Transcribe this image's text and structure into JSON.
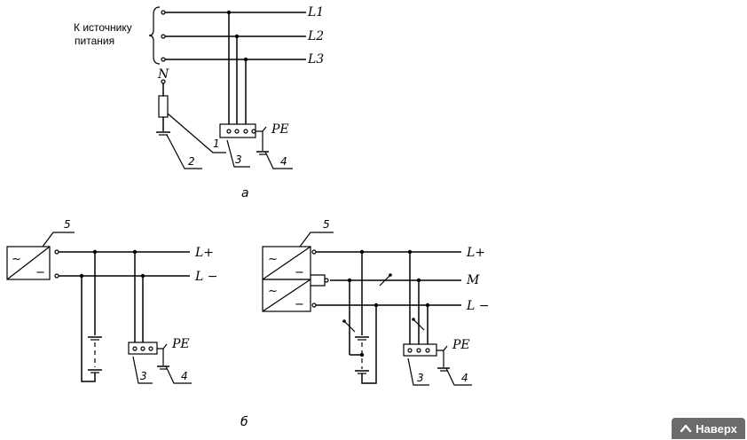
{
  "diagram_a": {
    "source_label_line1": "К источнику",
    "source_label_line2": "питания",
    "phases": [
      "L1",
      "L2",
      "L3"
    ],
    "neutral": "N",
    "pe": "PE",
    "callouts": [
      "1",
      "2",
      "3",
      "4"
    ],
    "caption": "а"
  },
  "diagram_b": {
    "left": {
      "converter_num": "5",
      "ac_symbol": "~",
      "dc_symbol": "−",
      "lines": [
        "L+",
        "L −"
      ],
      "pe": "PE",
      "callouts": [
        "3",
        "4"
      ]
    },
    "right": {
      "converter_num": "5",
      "ac_symbol": "~",
      "dc_symbol": "−",
      "lines": [
        "L+",
        "M",
        "L −"
      ],
      "pe": "PE",
      "callouts": [
        "3",
        "4"
      ]
    },
    "caption": "б"
  },
  "nav": {
    "back_to_top": "Наверх"
  }
}
